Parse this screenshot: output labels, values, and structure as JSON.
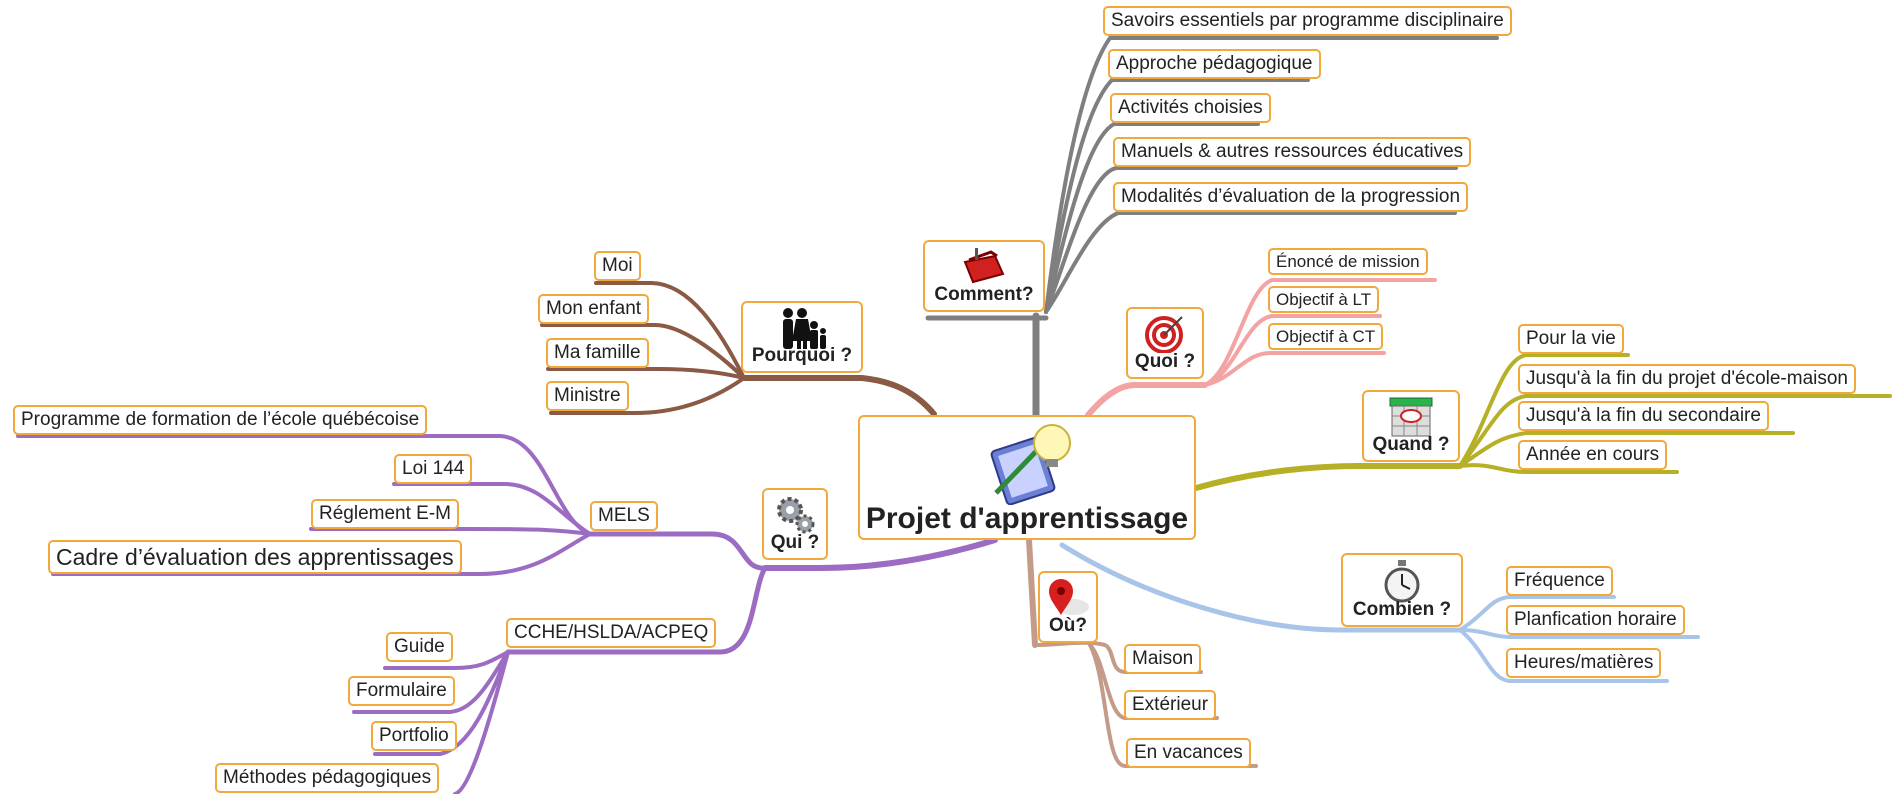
{
  "center": {
    "label": "Projet d'apprentissage",
    "icon": "notebook-bulb-icon"
  },
  "branches": {
    "comment": {
      "label": "Comment?",
      "icon": "toolbox-icon",
      "color": "#7f7f7f",
      "items": [
        "Savoirs essentiels par programme disciplinaire",
        "Approche pédagogique",
        "Activités choisies",
        "Manuels & autres ressources éducatives",
        "Modalités d’évaluation de la progression"
      ]
    },
    "pourquoi": {
      "label": "Pourquoi ?",
      "icon": "family-icon",
      "color": "#8a5a44",
      "items": [
        "Moi",
        "Mon enfant",
        "Ma famille",
        "Ministre"
      ]
    },
    "quoi": {
      "label": "Quoi ?",
      "icon": "target-icon",
      "color": "#f4a3a3",
      "items": [
        "Énoncé de mission",
        "Objectif à LT",
        "Objectif à CT"
      ]
    },
    "quand": {
      "label": "Quand ?",
      "icon": "calendar-icon",
      "color": "#b5b025",
      "items": [
        "Pour la vie",
        "Jusqu'à la fin du projet d'école-maison",
        "Jusqu'à la fin du secondaire",
        "Année en cours"
      ]
    },
    "qui": {
      "label": "Qui ?",
      "icon": "gears-icon",
      "color": "#9b6cc2",
      "mels": {
        "label": "MELS",
        "items": [
          "Programme de formation de l’école québécoise",
          "Loi 144",
          "Réglement E-M",
          "Cadre d’évaluation des apprentissages"
        ]
      },
      "cche": {
        "label": "CCHE/HSLDA/ACPEQ",
        "items": [
          "Guide",
          "Formulaire",
          "Portfolio",
          "Méthodes pédagogiques"
        ]
      }
    },
    "ou": {
      "label": "Où?",
      "icon": "map-pin-icon",
      "color": "#c49a88",
      "items": [
        "Maison",
        "Extérieur",
        "En vacances"
      ]
    },
    "combien": {
      "label": "Combien ?",
      "icon": "stopwatch-icon",
      "color": "#a8c4e8",
      "items": [
        "Fréquence",
        "Planfication horaire",
        "Heures/matières"
      ]
    }
  }
}
